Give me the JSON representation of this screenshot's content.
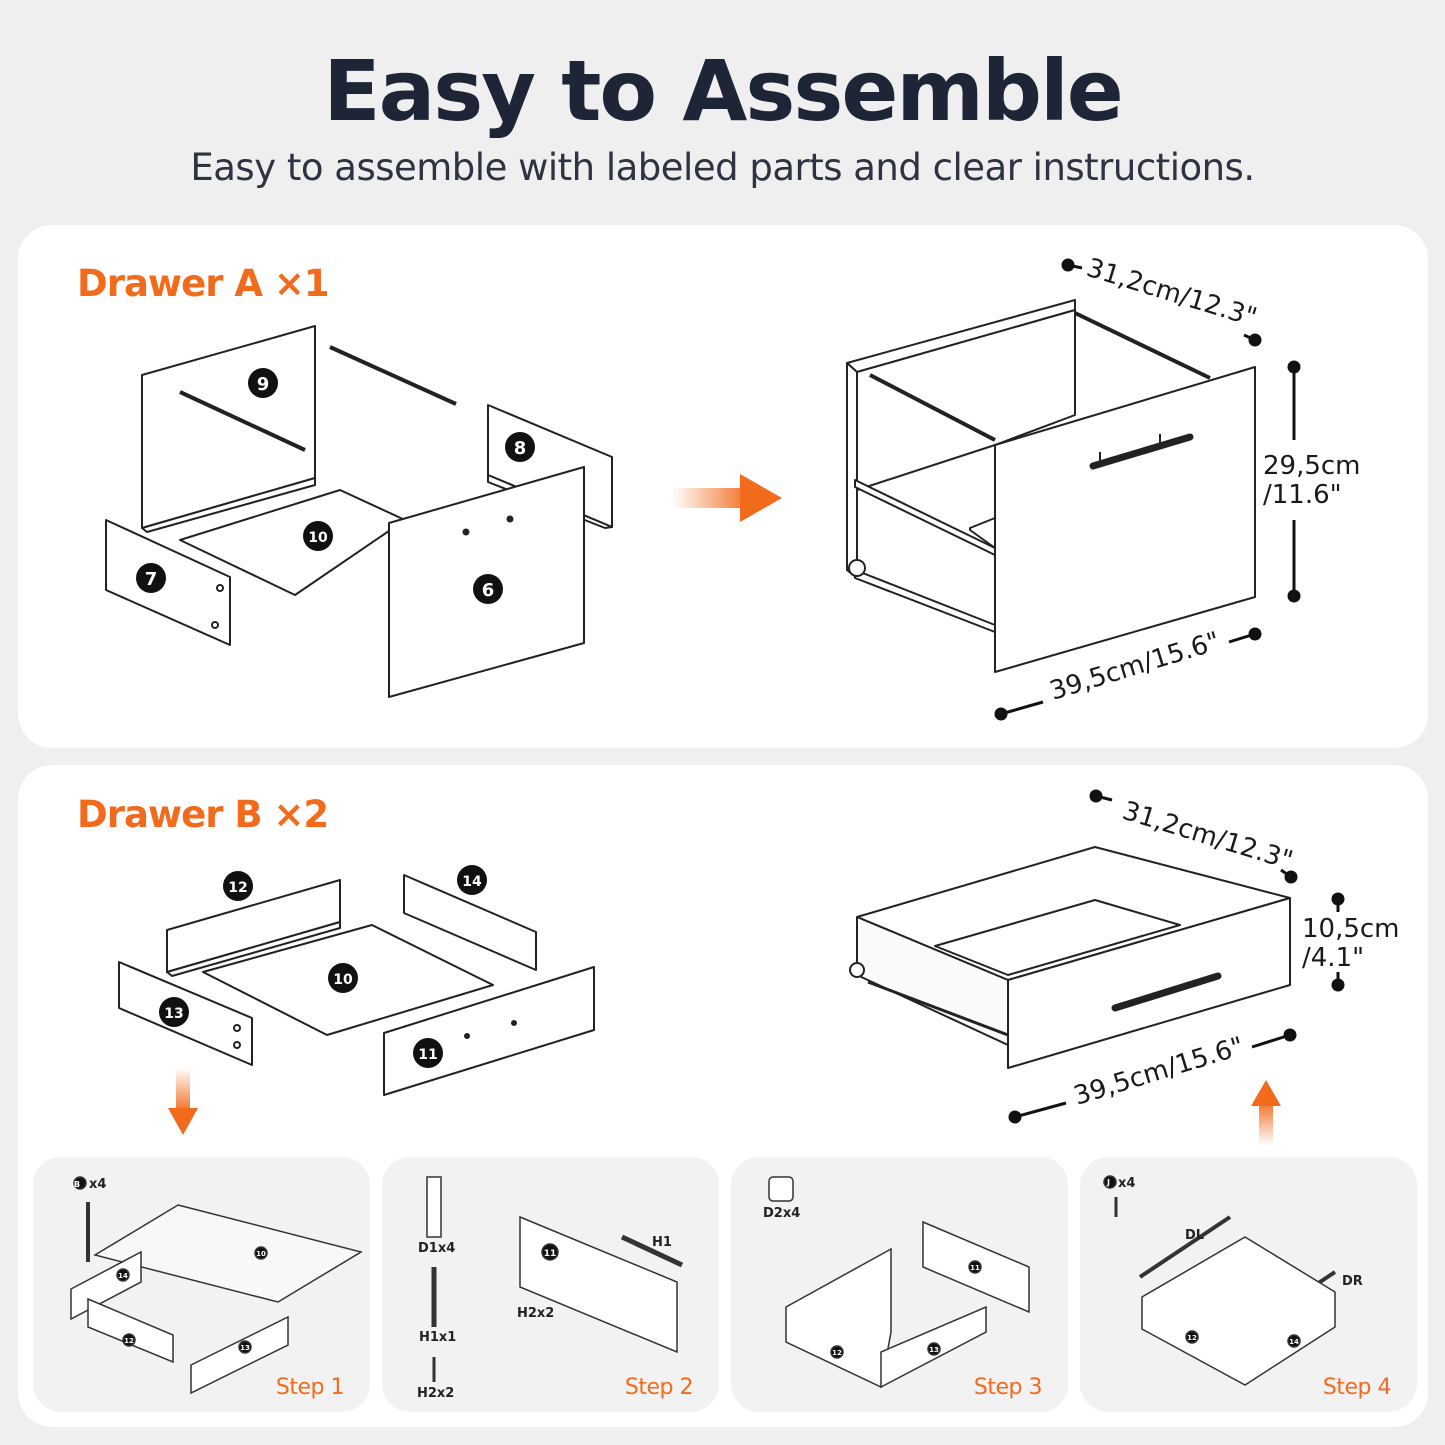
{
  "header": {
    "title": "Easy to Assemble",
    "subtitle": "Easy to assemble with labeled parts and clear instructions."
  },
  "drawer_a": {
    "label": "Drawer A ×1",
    "parts": [
      "9",
      "8",
      "10",
      "7",
      "6"
    ],
    "dimensions": {
      "depth": "31,2cm/12.3\"",
      "height_cm": "29,5cm",
      "height_in": "/11.6\"",
      "width": "39,5cm/15.6\""
    }
  },
  "drawer_b": {
    "label": "Drawer B ×2",
    "parts": [
      "12",
      "14",
      "10",
      "13",
      "11"
    ],
    "dimensions": {
      "depth": "31,2cm/12.3\"",
      "height_cm": "10,5cm",
      "height_in": "/4.1\"",
      "width": "39,5cm/15.6\""
    }
  },
  "steps": [
    {
      "label": "Step 1",
      "hardware": [
        "B",
        "x4"
      ],
      "parts": [
        "14",
        "10",
        "12",
        "13"
      ]
    },
    {
      "label": "Step 2",
      "hardware": [
        "D1x4",
        "H1x1",
        "H2x2",
        "H1",
        "H2x2"
      ],
      "parts": [
        "11"
      ]
    },
    {
      "label": "Step 3",
      "hardware": [
        "D2x4"
      ],
      "parts": [
        "11",
        "12",
        "13"
      ]
    },
    {
      "label": "Step 4",
      "hardware": [
        "J",
        "x4",
        "DL",
        "DR"
      ],
      "parts": [
        "12",
        "14"
      ]
    }
  ],
  "colors": {
    "accent": "#f26b1d",
    "title": "#1d2536",
    "background": "#efefef",
    "panel": "#ffffff",
    "step_card": "#f2f2f2"
  }
}
